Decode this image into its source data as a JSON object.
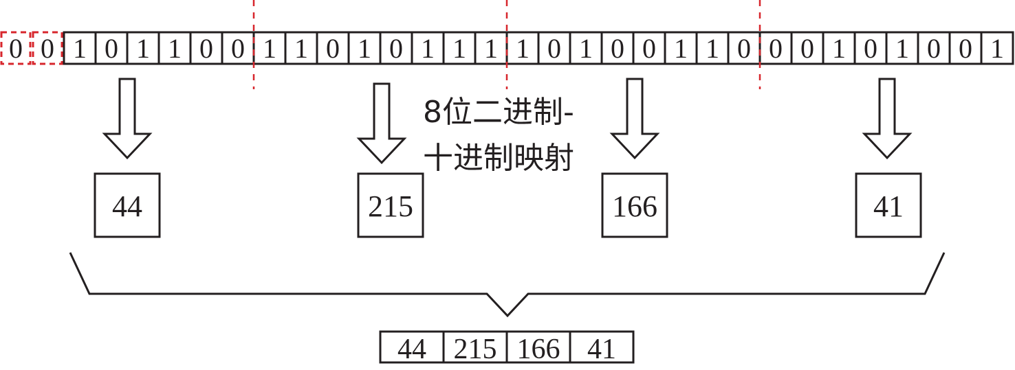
{
  "padding_bits": [
    "0",
    "0"
  ],
  "bits": [
    "1",
    "0",
    "1",
    "1",
    "0",
    "0",
    "1",
    "1",
    "0",
    "1",
    "0",
    "1",
    "1",
    "1",
    "1",
    "0",
    "1",
    "0",
    "0",
    "1",
    "1",
    "0",
    "0",
    "0",
    "1",
    "0",
    "1",
    "0",
    "0",
    "1"
  ],
  "decimals": [
    "44",
    "215",
    "166",
    "41"
  ],
  "mapping_label": [
    "8位二进制-",
    "十进制映射"
  ],
  "result": [
    "44",
    "215",
    "166",
    "41"
  ],
  "colors": {
    "line": "#231f20",
    "dashed": "#d7262c"
  }
}
